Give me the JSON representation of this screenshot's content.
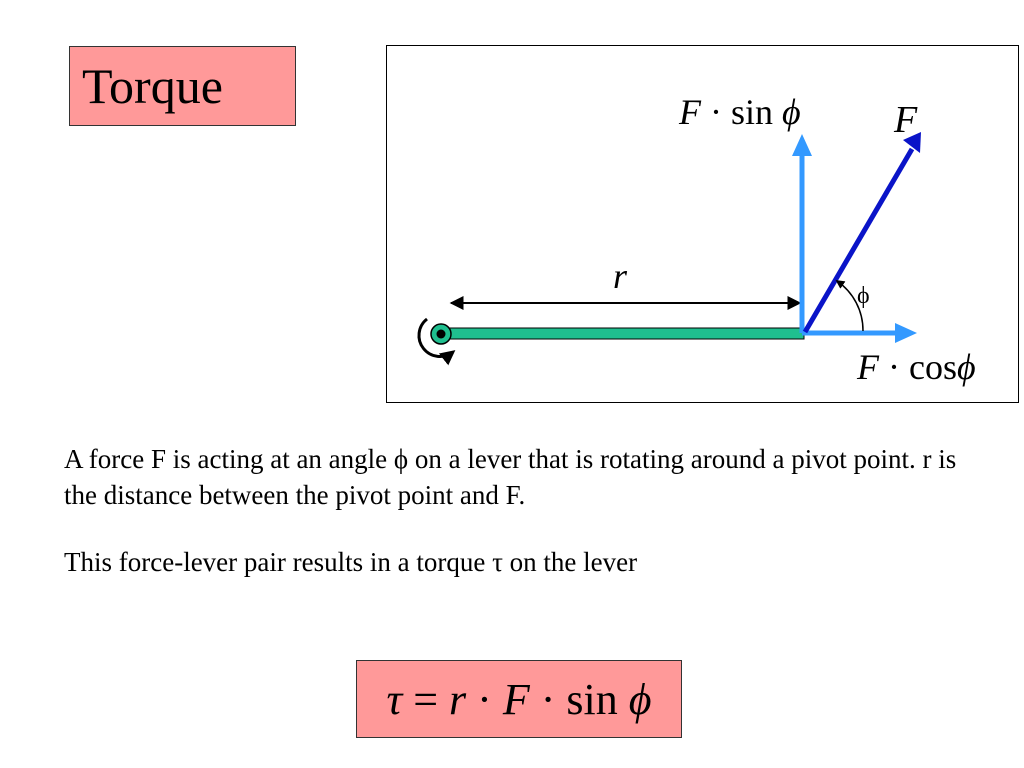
{
  "title": "Torque",
  "colors": {
    "title_fill": "#ff9999",
    "formula_fill": "#ff9999",
    "lever_fill": "#1fbf8f",
    "force_arrow": "#0a14c8",
    "component_arrow": "#3399ff",
    "measure_arrow": "#000000"
  },
  "diagram": {
    "r_label": "r",
    "angle_label": "ϕ",
    "force_label": "F",
    "sin_component": {
      "F": "F",
      "dot": "·",
      "func": "sin",
      "phi": "ϕ"
    },
    "cos_component": {
      "F": "F",
      "dot": "·",
      "func": "cos",
      "phi": "ϕ"
    },
    "icons": [
      "pivot-icon",
      "rotation-arrow-icon"
    ]
  },
  "description": {
    "paragraph1": "A force F is acting at an angle ϕ on a lever that is rotating around a pivot point. r is the distance between the pivot point and F.",
    "paragraph2": "This force-lever pair results in a torque τ on the lever"
  },
  "formula": {
    "tau": "τ",
    "eq": "=",
    "r": "r",
    "dot1": "·",
    "F": "F",
    "dot2": "·",
    "func": "sin",
    "phi": "ϕ"
  }
}
